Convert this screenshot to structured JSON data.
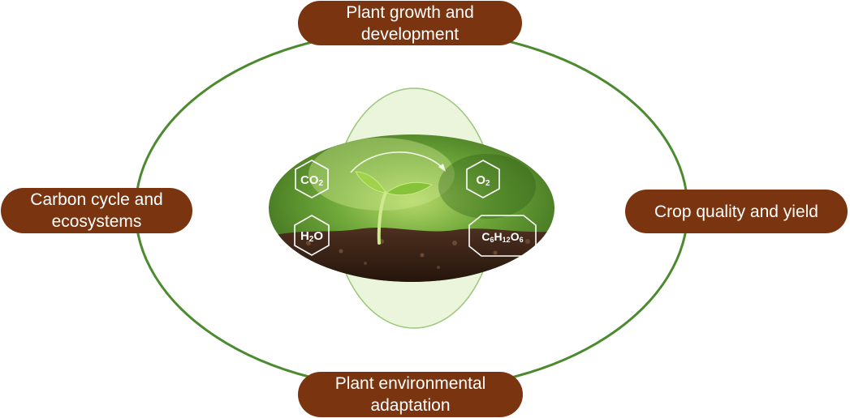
{
  "nodes": {
    "top": {
      "line1": "Plant growth and",
      "line2": "development"
    },
    "left": {
      "line1": "Carbon cycle and",
      "line2": "ecosystems"
    },
    "right": {
      "line1": "Crop quality and yield"
    },
    "bottom": {
      "line1": "Plant environmental",
      "line2": "adaptation"
    }
  },
  "center": {
    "molecules": {
      "co2": {
        "base": "CO",
        "sub": "2"
      },
      "o2": {
        "base": "O",
        "sub": "2"
      },
      "h2o_h": "H",
      "h2o_sub": "2",
      "h2o_o": "O",
      "glucose": {
        "c": "C",
        "c_sub": "6",
        "h": "H",
        "h_sub": "12",
        "o": "O",
        "o_sub": "6"
      }
    }
  },
  "colors": {
    "node_fill": "#7a3510",
    "node_text": "#ffffff",
    "cycle_stroke": "#4b8a2e",
    "lens_fill": "#eaf5dc",
    "lens_stroke": "#9ac77a",
    "soil": "#3b2416",
    "foliage": "#5a9a2c"
  },
  "icons": [
    "leaf-sprout-icon",
    "arrow-curve-icon",
    "hexagon-icon",
    "octagon-icon"
  ]
}
